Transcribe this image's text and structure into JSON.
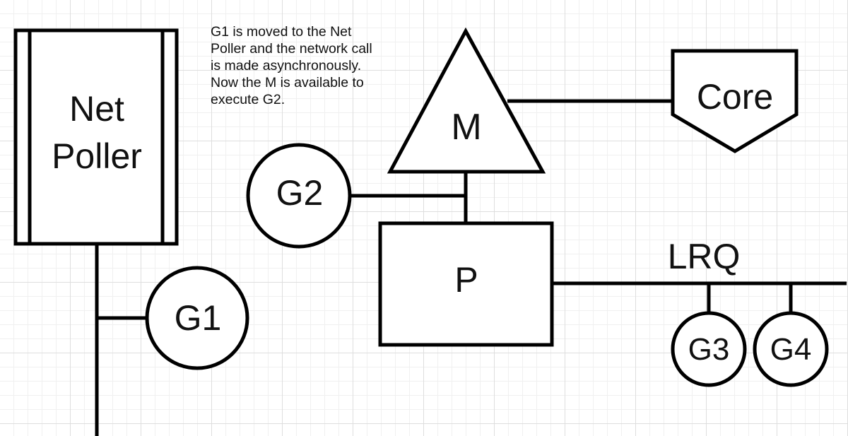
{
  "annotation": "G1 is moved to the Net\nPoller and the network call\nis made asynchronously.\nNow the M is available to\nexecute G2.",
  "net_poller": {
    "label_line1": "Net",
    "label_line2": "Poller"
  },
  "machine": {
    "label": "M"
  },
  "core": {
    "label": "Core"
  },
  "processor": {
    "label": "P"
  },
  "local_run_queue": {
    "label": "LRQ"
  },
  "goroutines": {
    "g1": "G1",
    "g2": "G2",
    "g3": "G3",
    "g4": "G4"
  },
  "colors": {
    "stroke": "#000000",
    "grid_major": "#dedede",
    "grid_minor": "#f0f0f0"
  }
}
